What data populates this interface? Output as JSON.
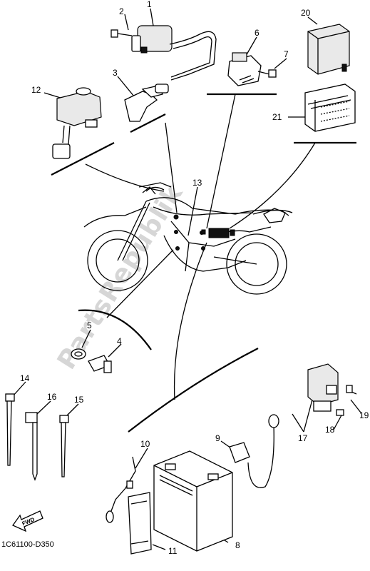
{
  "diagram": {
    "watermark": "PartsRepublik",
    "reference_code": "1C61100-D350",
    "fwd_label": "FWD",
    "part_labels": [
      {
        "id": "p1",
        "text": "1"
      },
      {
        "id": "p2",
        "text": "2"
      },
      {
        "id": "p3",
        "text": "3"
      },
      {
        "id": "p4",
        "text": "4"
      },
      {
        "id": "p5",
        "text": "5"
      },
      {
        "id": "p6",
        "text": "6"
      },
      {
        "id": "p7",
        "text": "7"
      },
      {
        "id": "p8",
        "text": "8"
      },
      {
        "id": "p9",
        "text": "9"
      },
      {
        "id": "p10",
        "text": "10"
      },
      {
        "id": "p11",
        "text": "11"
      },
      {
        "id": "p12",
        "text": "12"
      },
      {
        "id": "p13",
        "text": "13"
      },
      {
        "id": "p14",
        "text": "14"
      },
      {
        "id": "p15",
        "text": "15"
      },
      {
        "id": "p16",
        "text": "16"
      },
      {
        "id": "p17",
        "text": "17"
      },
      {
        "id": "p18",
        "text": "18"
      },
      {
        "id": "p19",
        "text": "19"
      },
      {
        "id": "p20",
        "text": "20"
      },
      {
        "id": "p21",
        "text": "21"
      }
    ]
  }
}
